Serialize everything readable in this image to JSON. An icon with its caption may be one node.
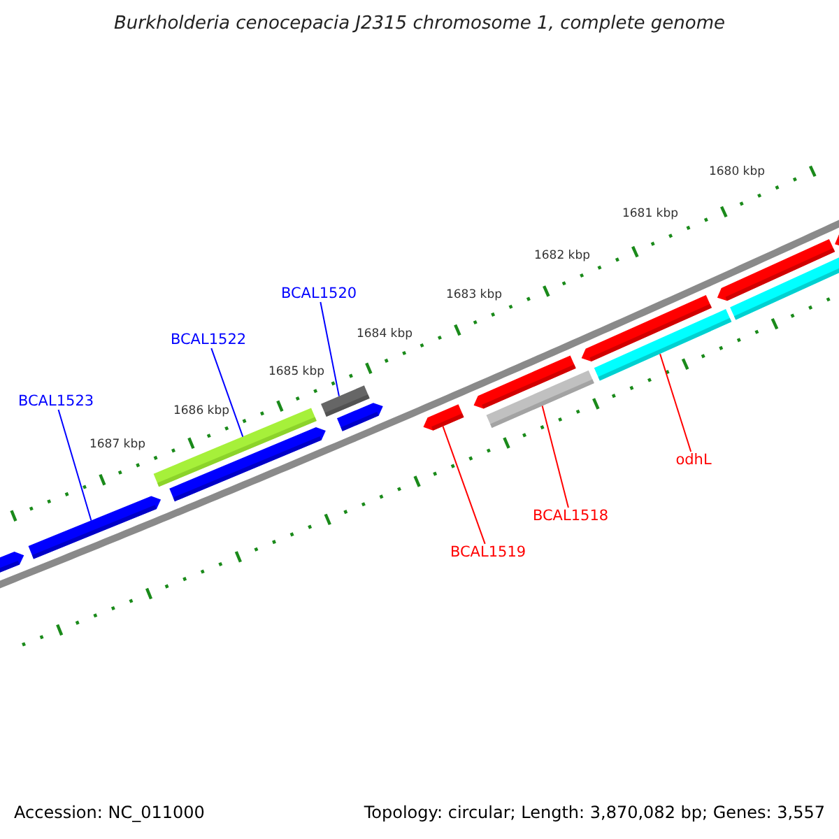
{
  "diagram": {
    "title": "Burkholderia cenocepacia J2315 chromosome 1, complete genome",
    "nodes": [
      {
        "text": [
          "BCAL1523"
        ]
      },
      {
        "text": [
          "BCAL1522"
        ]
      },
      {
        "text": [
          "BCAL1520"
        ]
      },
      {
        "text": [
          "BCAL1519"
        ]
      },
      {
        "text": [
          "BCAL1518"
        ]
      },
      {
        "text": [
          "odhL"
        ]
      },
      {
        "text": [],
        "shape": "bar"
      },
      {
        "text": [],
        "shape": "bar"
      },
      {
        "text": [],
        "shape": "bar"
      },
      {
        "text": [],
        "shape": "bar"
      },
      {
        "text": [],
        "shape": "bar"
      },
      {
        "text": [],
        "shape": "bar"
      },
      {
        "text": [],
        "shape": "bar"
      },
      {
        "text": [],
        "shape": "bar"
      },
      {
        "text": [],
        "shape": "bar"
      },
      {
        "text": [],
        "shape": "bar"
      },
      {
        "text": [],
        "shape": "bar"
      },
      {
        "text": [],
        "shape": "bar"
      },
      {
        "text": [],
        "shape": "bar"
      },
      {
        "text": [],
        "shape": "bar"
      }
    ],
    "edges": [
      {
        "from": 0,
        "to": 7,
        "arrow": "none"
      },
      {
        "from": 1,
        "to": 8,
        "arrow": "none"
      },
      {
        "from": 2,
        "to": 10,
        "arrow": "none"
      },
      {
        "from": 3,
        "to": 12,
        "arrow": "none",
        "color": "#ff0000"
      },
      {
        "from": 4,
        "to": 14,
        "arrow": "none",
        "color": "#ff0000"
      },
      {
        "from": 5,
        "to": 16,
        "arrow": "none",
        "color": "#ff0000"
      }
    ],
    "labels": [
      "1680 kbp",
      "1681 kbp",
      "1682 kbp",
      "1683 kbp",
      "1684 kbp",
      "1685 kbp",
      "1686 kbp",
      "1687 kbp",
      "Accession: NC_011000",
      "Topology: circular; Length: 3,870,082 bp; Genes: 3,557"
    ]
  }
}
